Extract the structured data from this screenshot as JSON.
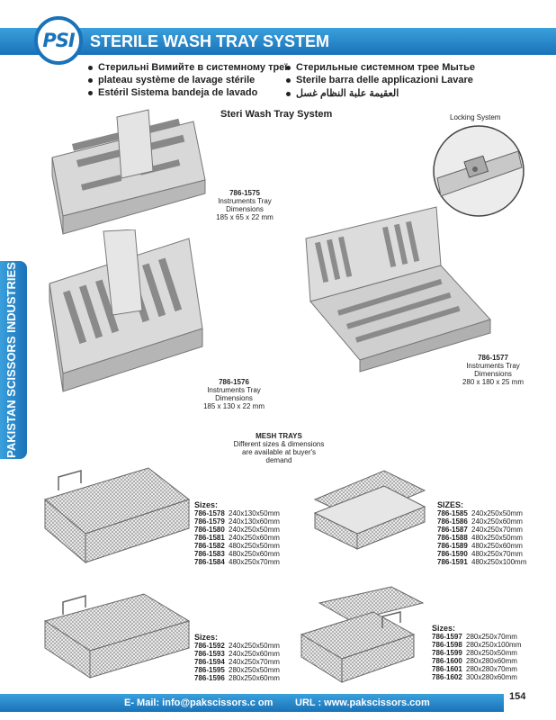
{
  "header": {
    "logo_text": "PSI",
    "title": "STERILE WASH TRAY SYSTEM",
    "languages": [
      "Стерильні Вимийте в системному треї",
      "Стерильные системном трее Мытье",
      "plateau système de lavage stérile",
      "Sterile barra delle applicazioni Lavare",
      "Estéril Sistema bandeja de lavado",
      "العقيمة علبة النظام غسل"
    ]
  },
  "side_band": {
    "text": "PAKISTAN SCISSORS INDUSTRIES"
  },
  "section_title": "Steri Wash Tray System",
  "locking_label": "Locking System",
  "products": [
    {
      "code": "786-1575",
      "line1": "Instruments Tray",
      "line2": "Dimensions",
      "dims": "185 x 65 x 22 mm"
    },
    {
      "code": "786-1576",
      "line1": "Instruments Tray",
      "line2": "Dimensions",
      "dims": "185 x 130 x 22 mm"
    },
    {
      "code": "786-1577",
      "line1": "Instruments Tray",
      "line2": "Dimensions",
      "dims": "280 x 180 x 25 mm"
    }
  ],
  "mesh": {
    "title": "MESH TRAYS",
    "line1": "Different sizes & dimensions",
    "line2": "are available at buyer's",
    "line3": "demand"
  },
  "size_lists": [
    {
      "heading": "Sizes:",
      "rows": [
        {
          "code": "786-1578",
          "size": "240x130x50mm"
        },
        {
          "code": "786-1579",
          "size": "240x130x60mm"
        },
        {
          "code": "786-1580",
          "size": "240x250x50mm"
        },
        {
          "code": "786-1581",
          "size": "240x250x60mm"
        },
        {
          "code": "786-1582",
          "size": "480x250x50mm"
        },
        {
          "code": "786-1583",
          "size": "480x250x60mm"
        },
        {
          "code": "786-1584",
          "size": "480x250x70mm"
        }
      ]
    },
    {
      "heading": "SIZES:",
      "rows": [
        {
          "code": "786-1585",
          "size": "240x250x50mm"
        },
        {
          "code": "786-1586",
          "size": "240x250x60mm"
        },
        {
          "code": "786-1587",
          "size": "240x250x70mm"
        },
        {
          "code": "786-1588",
          "size": "480x250x50mm"
        },
        {
          "code": "786-1589",
          "size": "480x250x60mm"
        },
        {
          "code": "786-1590",
          "size": "480x250x70mm"
        },
        {
          "code": "786-1591",
          "size": "480x250x100mm"
        }
      ]
    },
    {
      "heading": "Sizes:",
      "rows": [
        {
          "code": "786-1592",
          "size": "240x250x50mm"
        },
        {
          "code": "786-1593",
          "size": "240x250x60mm"
        },
        {
          "code": "786-1594",
          "size": "240x250x70mm"
        },
        {
          "code": "786-1595",
          "size": "280x250x50mm"
        },
        {
          "code": "786-1596",
          "size": "280x250x60mm"
        }
      ]
    },
    {
      "heading": "Sizes:",
      "rows": [
        {
          "code": "786-1597",
          "size": "280x250x70mm"
        },
        {
          "code": "786-1598",
          "size": "280x250x100mm"
        },
        {
          "code": "786-1599",
          "size": "280x250x50mm"
        },
        {
          "code": "786-1600",
          "size": "280x280x60mm"
        },
        {
          "code": "786-1601",
          "size": "280x280x70mm"
        },
        {
          "code": "786-1602",
          "size": "300x280x60mm"
        }
      ]
    }
  ],
  "footer": {
    "email": "E- Mail: info@pakscissors.c om",
    "url": "URL  :  www.pakscissors.com",
    "page_number": "154"
  },
  "colors": {
    "brand_blue": "#1a72b8",
    "brand_light": "#3aa0dc"
  }
}
